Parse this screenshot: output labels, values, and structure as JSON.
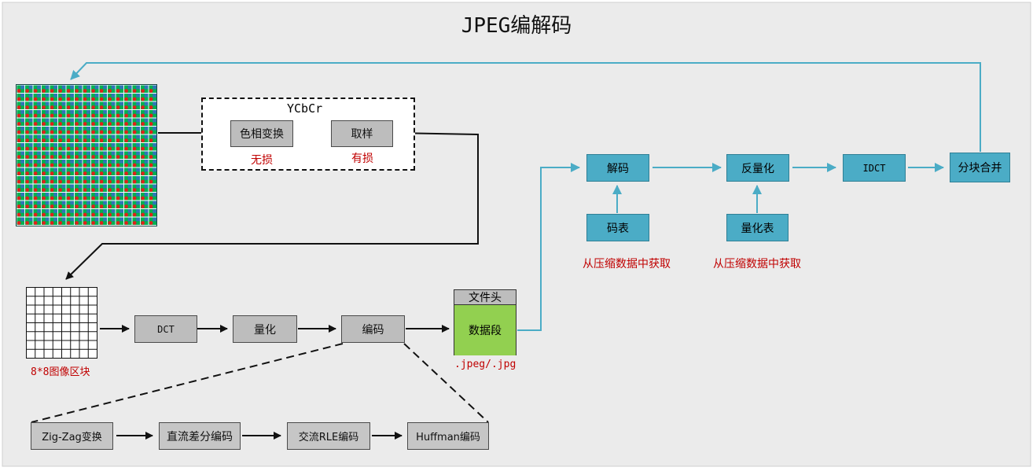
{
  "title": "JPEG编解码",
  "encode": {
    "ycbcr_label": "YCbCr",
    "color_transform": "色相变换",
    "sampling": "取样",
    "lossless": "无损",
    "lossy": "有损",
    "block_label": "8*8图像区块",
    "dct": "DCT",
    "quantize": "量化",
    "entropy": "编码"
  },
  "file": {
    "header": "文件头",
    "data_segment": "数据段",
    "extension": ".jpeg/.jpg"
  },
  "decode": {
    "decode": "解码",
    "dequantize": "反量化",
    "idct": "IDCT",
    "merge": "分块合并",
    "code_table": "码表",
    "quant_table": "量化表",
    "from_compressed_1": "从压缩数据中获取",
    "from_compressed_2": "从压缩数据中获取"
  },
  "coding_steps": {
    "zigzag": "Zig-Zag变换",
    "dc": "直流差分编码",
    "ac": "交流RLE编码",
    "huffman": "Huffman编码"
  },
  "colors": {
    "background": "#ebebeb",
    "gray_box": "#bdbdbd",
    "blue_box": "#4bacc6",
    "blue_arrow": "#4bacc6",
    "green_segment": "#92d050",
    "red_text": "#c00000"
  }
}
